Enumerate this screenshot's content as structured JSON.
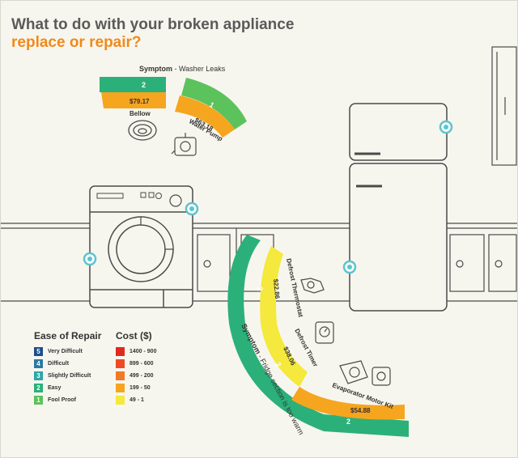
{
  "title": {
    "line1": "What to do with your broken appliance",
    "line2": "replace or repair?"
  },
  "washer_symptom": {
    "label": "Symptom",
    "description": "Washer Leaks",
    "parts": [
      {
        "name": "Bellow",
        "ease": "2",
        "cost": "$79.17"
      },
      {
        "name": "Water Pump",
        "ease": "1",
        "cost": "$63.18"
      }
    ]
  },
  "fridge_symptom": {
    "label": "Symptom",
    "description": "Fridge section is too warm",
    "parts": [
      {
        "name": "Defrost Thermostat",
        "ease": "2",
        "cost": "$22.86"
      },
      {
        "name": "Defrost Timer",
        "ease": "2",
        "cost": "$38.06"
      },
      {
        "name": "Evaporator Motor Kit",
        "ease": "2",
        "cost": "$54.88"
      }
    ]
  },
  "ease_legend": {
    "title": "Ease of Repair",
    "items": [
      {
        "num": "5",
        "label": "Very Difficult",
        "color": "#1d4e8c"
      },
      {
        "num": "4",
        "label": "Difficult",
        "color": "#2a7aa6"
      },
      {
        "num": "3",
        "label": "Slightly Difficult",
        "color": "#2da6a6"
      },
      {
        "num": "2",
        "label": "Easy",
        "color": "#2bb07a"
      },
      {
        "num": "1",
        "label": "Fool Proof",
        "color": "#5cc25c"
      }
    ]
  },
  "cost_legend": {
    "title": "Cost ($)",
    "items": [
      {
        "label": "1400 - 900",
        "color": "#e02a1e"
      },
      {
        "label": "899 - 600",
        "color": "#ef4b22"
      },
      {
        "label": "499 - 200",
        "color": "#f27a25"
      },
      {
        "label": "199 - 50",
        "color": "#f6a51f"
      },
      {
        "label": "49 - 1",
        "color": "#f4e93c"
      }
    ]
  },
  "colors": {
    "ease_2": "#2bb07a",
    "ease_1": "#5cc25c",
    "cost_199_50": "#f6a51f",
    "cost_49_1": "#f4e93c",
    "hotspot": "#5bc4cf",
    "line": "#4a4a4a"
  }
}
